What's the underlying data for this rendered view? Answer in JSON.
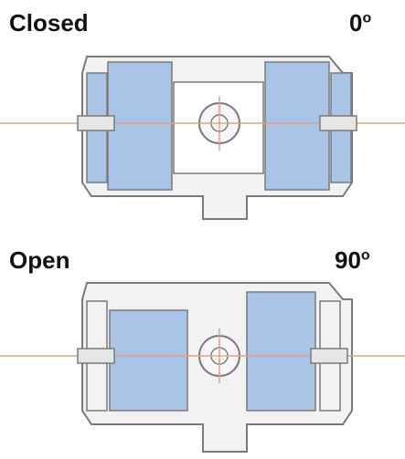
{
  "states": [
    {
      "name": "Closed",
      "angle": "0",
      "angle_unit": "o"
    },
    {
      "name": "Open",
      "angle": "90",
      "angle_unit": "o"
    }
  ],
  "colors": {
    "body_outline": "#7a7a7a",
    "piston_fill": "#a9c4e6",
    "body_fill": "#f2f2f2",
    "axis_line": "#e0a080"
  }
}
